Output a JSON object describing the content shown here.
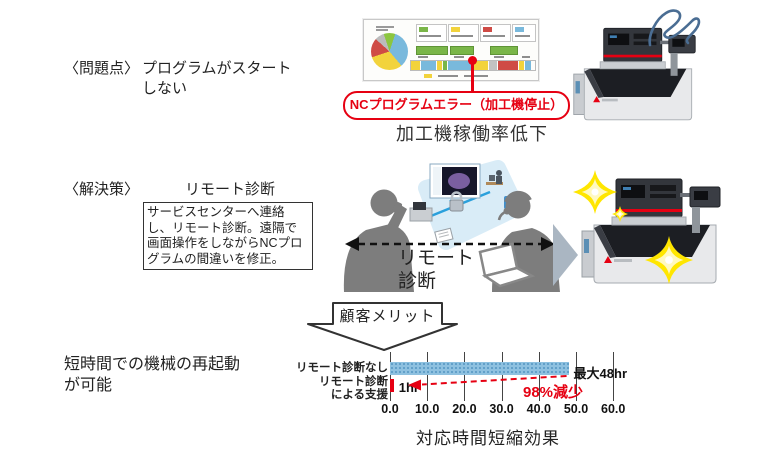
{
  "colors": {
    "accent_red": "#e60012",
    "bar_blue": "#8ec1e0",
    "sparkle_yellow": "#ffe600",
    "silhouette_gray": "#7d7d7d",
    "platform_blue": "#d9ecf7",
    "arrow_gray": "#aab6c2"
  },
  "icons": {
    "malfunction_squiggle": "scribble",
    "sparkle": "✦",
    "next_step_arrow": "▶",
    "remote_link_arrow": "⟷",
    "lock": "🔒"
  },
  "problem": {
    "label": "〈問題点〉",
    "text": "プログラムがスタート\nしない",
    "error_callout": "NCプログラムエラー（加工機停止）",
    "caption": "加工機稼働率低下"
  },
  "solution": {
    "label": "〈解決策〉",
    "title": "リモート診断",
    "description": "サービスセンターへ連絡し、リモート診断。遠隔で画面操作をしながらNCプログラムの間違いを修正。",
    "remote_label": "リモート\n診断"
  },
  "merit_banner": "顧客メリット",
  "result": {
    "text": "短時間での機械の再起動\nが可能"
  },
  "chart_data": {
    "type": "bar",
    "orientation": "horizontal",
    "title": "対応時間短縮効果",
    "categories": [
      "リモート診断なし",
      "リモート診断\nによる支援"
    ],
    "values": [
      48,
      1
    ],
    "unit": "hr",
    "value_labels": [
      "最大48hr",
      "1hr"
    ],
    "bar_colors": [
      "#8ec1e0",
      "#e60012"
    ],
    "annotation": "98%減少",
    "x_ticks": [
      0,
      10,
      20,
      30,
      40,
      50,
      60
    ],
    "x_tick_labels": [
      "0.0",
      "10.0",
      "20.0",
      "30.0",
      "40.0",
      "50.0",
      "60.0"
    ],
    "xlim": [
      0,
      60
    ],
    "grid": true
  }
}
